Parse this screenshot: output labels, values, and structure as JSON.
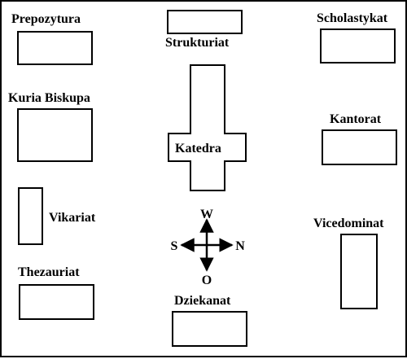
{
  "buildings": {
    "prepozytura": "Prepozytura",
    "strukturiat": "Strukturiat",
    "scholastykat": "Scholastykat",
    "kuria_biskupa": "Kuria Biskupa",
    "katedra": "Katedra",
    "kantorat": "Kantorat",
    "vikariat": "Vikariat",
    "vicedominat": "Vicedominat",
    "thezauriat": "Thezauriat",
    "dziekanat": "Dziekanat"
  },
  "compass": {
    "north": "N",
    "south": "S",
    "west": "W",
    "east": "O"
  }
}
